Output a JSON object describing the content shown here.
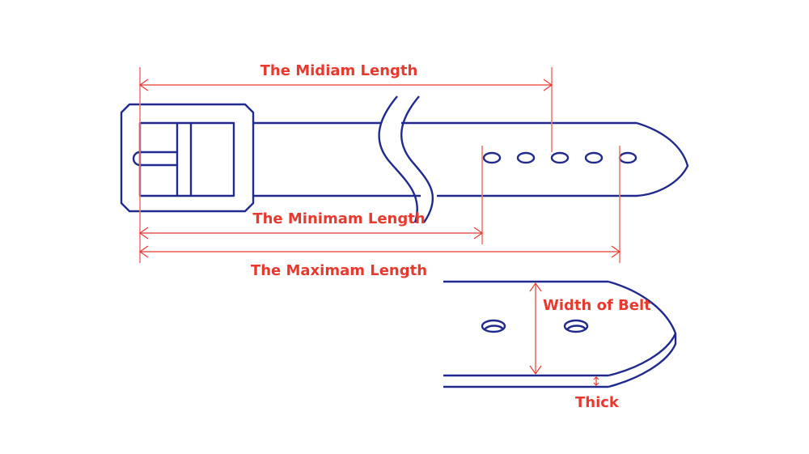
{
  "diagram": {
    "labels": {
      "midium_length": "The Midiam Length",
      "minimum_length": "The Minimam Length",
      "maximum_length": "The Maximam Length",
      "width_of_belt": "Width of Belt",
      "thick": "Thick"
    },
    "colors": {
      "outline": "#1f2a8c",
      "dimension": "#e8392f",
      "background": "#ffffff"
    },
    "belt_holes_count": 5,
    "detail_holes_count": 2
  }
}
